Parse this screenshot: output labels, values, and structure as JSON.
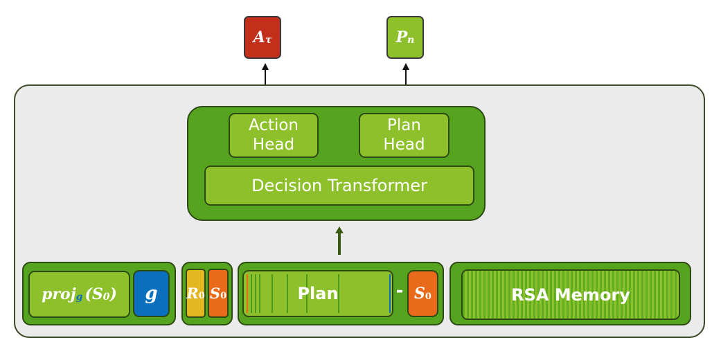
{
  "outputs": {
    "action_symbol": "A",
    "action_sub": "τ",
    "plan_symbol": "P",
    "plan_sub": "n"
  },
  "model": {
    "action_head": [
      "Action",
      "Head"
    ],
    "plan_head": [
      "Plan",
      "Head"
    ],
    "decision_transformer": "Decision Transformer"
  },
  "inputs": {
    "proj_text": "proj",
    "proj_sub": "g",
    "proj_arg": "(S",
    "proj_arg_sub": "0",
    "proj_close": ")",
    "goal": "g",
    "r0": "R",
    "r0_sub": "0",
    "s0": "S",
    "s0_sub": "0",
    "plan": "Plan",
    "minus": "-",
    "plan_s0": "S",
    "plan_s0_sub": "0",
    "rsa_memory": "RSA Memory"
  },
  "colors": {
    "action_output": "#c2301c",
    "plan_output": "#8dc02a",
    "panel_green": "#55a31f",
    "light_green": "#8dc02a",
    "goal_blue": "#0a6fbd",
    "r0_yellow": "#e3b722",
    "s0_orange": "#e86a1a",
    "background_gray": "#ebebeb"
  }
}
